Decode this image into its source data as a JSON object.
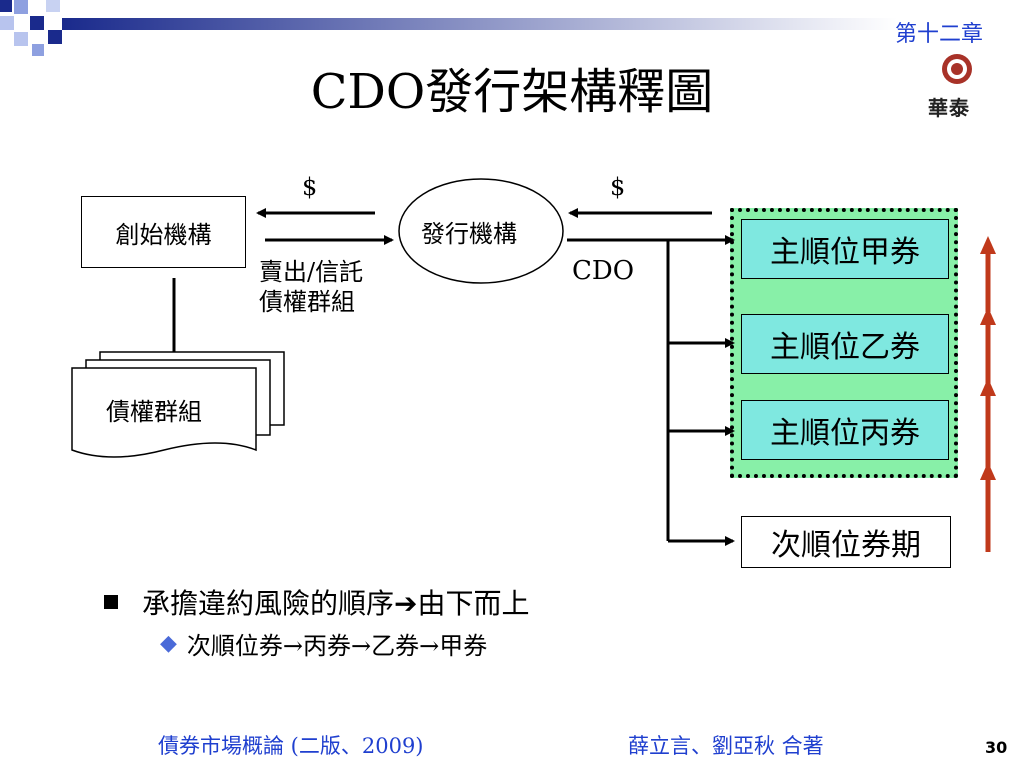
{
  "header": {
    "chapter": "第十二章",
    "title": "CDO發行架構釋圖",
    "logo_text": "華泰"
  },
  "diagram": {
    "originator": "創始機構",
    "issuer": "發行機構",
    "pool": "債權群組",
    "dollar_left": "$",
    "dollar_right": "$",
    "sale_label_1": "賣出/信託",
    "sale_label_2": "債權群組",
    "cdo_label": "CDO",
    "tranches": [
      "主順位甲券",
      "主順位乙券",
      "主順位丙券"
    ],
    "subordinate": "次順位券期"
  },
  "bullets": {
    "main": "承擔違約風險的順序➔由下而上",
    "sub": "次順位券→丙券→乙券→甲券"
  },
  "footer": {
    "book": "債券市場概論 (二版、2009)",
    "authors": "薛立言、劉亞秋  合著",
    "page": "30"
  },
  "colors": {
    "accent_blue": "#1f3fcf",
    "tranche_fill": "#7fe8e0",
    "senior_area": "#88f0a8",
    "arrow_red": "#c0391b",
    "logo_red": "#a83228"
  }
}
